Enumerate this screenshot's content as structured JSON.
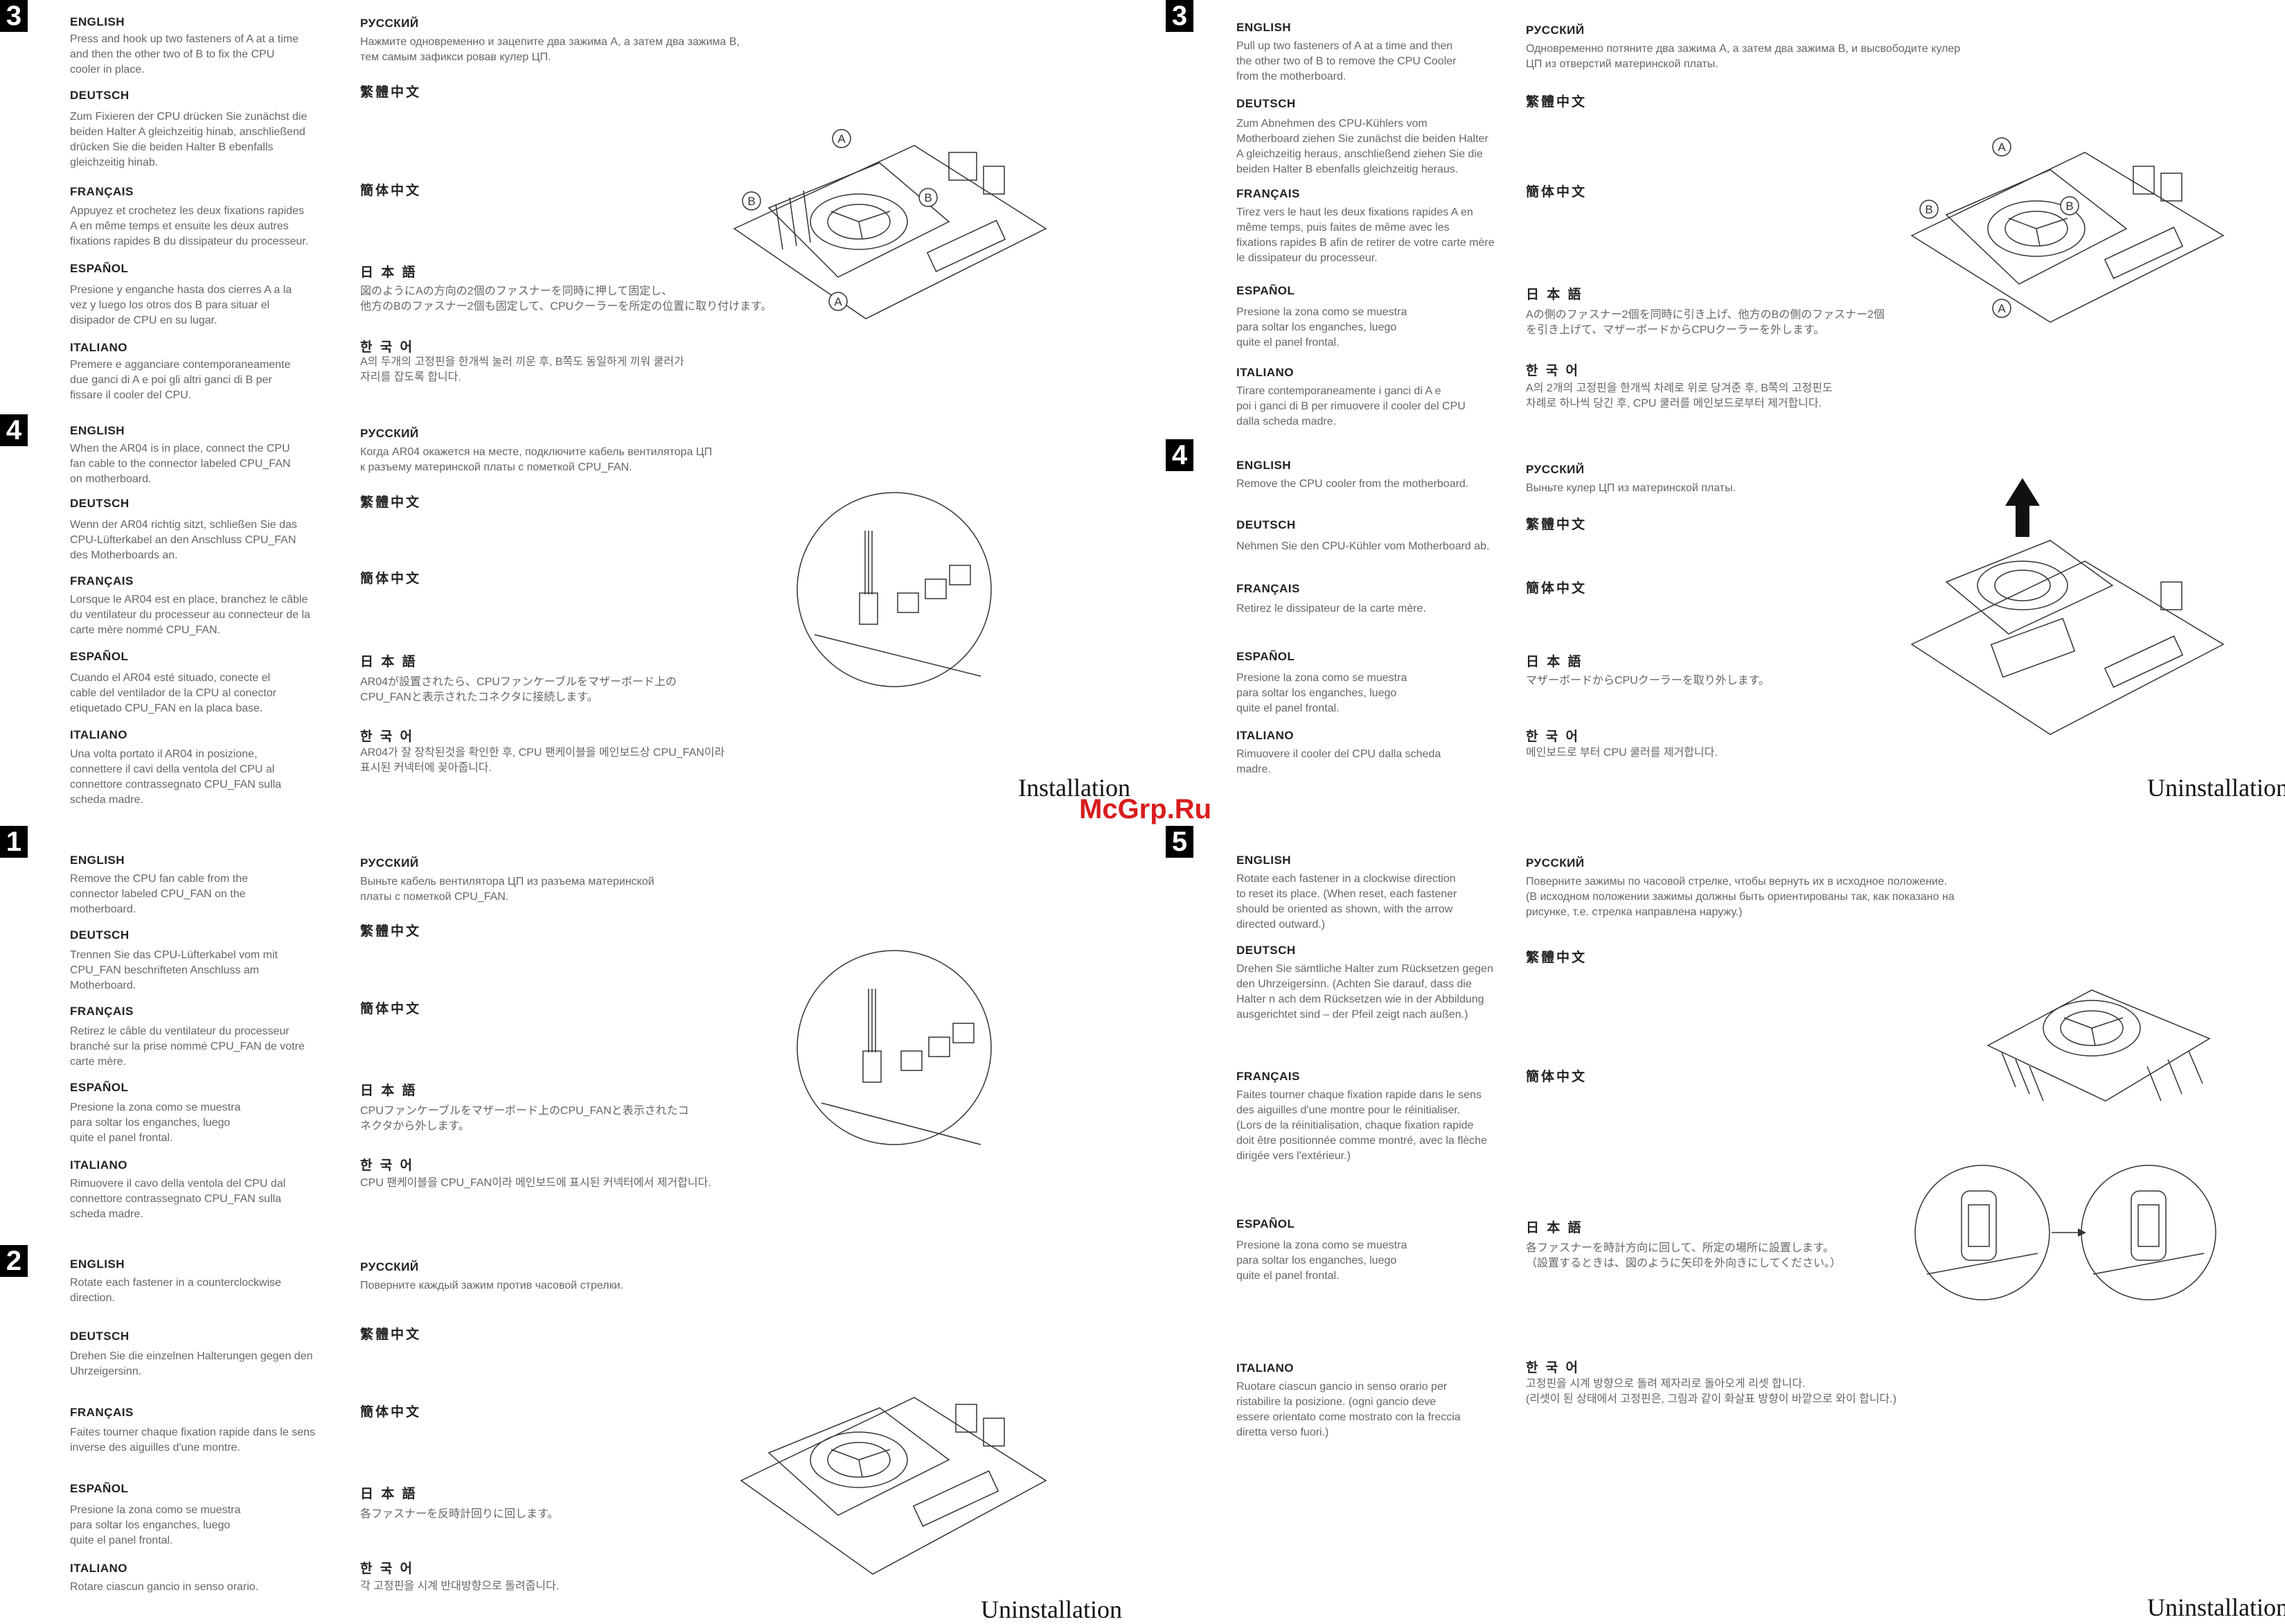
{
  "watermark": "McGrp.Ru",
  "tl": {
    "step_a": "3",
    "step_b": "4",
    "title": "Installation",
    "s3": {
      "en_h": "ENGLISH",
      "en": [
        "Press and hook up two fasteners of A at a time",
        "and then the other two of B to fix the CPU",
        "cooler in place."
      ],
      "de_h": "DEUTSCH",
      "de": [
        "Zum Fixieren der CPU drücken Sie zunächst die",
        "beiden Halter A gleichzeitig hinab, anschließend",
        "drücken Sie die beiden Halter B ebenfalls",
        "gleichzeitig hinab."
      ],
      "fr_h": "FRANÇAIS",
      "fr": [
        "Appuyez et crochetez les deux fixations rapides",
        "A en même temps et ensuite les deux autres",
        "fixations rapides B du dissipateur du processeur."
      ],
      "es_h": "ESPAÑOL",
      "es": [
        "Presione y enganche hasta dos cierres A a la",
        "vez y luego los otros dos B para situar el",
        "disipador de CPU en su lugar."
      ],
      "it_h": "ITALIANO",
      "it": [
        "Premere e agganciare contemporaneamente",
        "due ganci di A e poi gli altri ganci di B per",
        "fissare il cooler del CPU."
      ],
      "ru_h": "РУССКИЙ",
      "ru": [
        "Нажмите одновременно и зацепите два зажима A, а затем два зажима B,",
        "тем самым зафикси ровав кулер ЦП."
      ],
      "tw_h": "繁體中文",
      "cn_h": "簡体中文",
      "jp_h": "日 本 語",
      "jp": [
        "図のようにAの方向の2個のファスナーを同時に押して固定し、",
        "他方のBのファスナー2個も固定して、CPUクーラーを所定の位置に取り付けます。"
      ],
      "kr_h": "한 국 어",
      "kr": [
        "A의 두개의 고정핀을 한개씩 눌러 끼운 후, B쪽도 동일하게 끼워 쿨러가",
        "자리를 잡도록 합니다."
      ]
    },
    "s4": {
      "en_h": "ENGLISH",
      "en": [
        "When the AR04 is in place, connect the CPU",
        "fan cable to the connector labeled CPU_FAN",
        "on motherboard."
      ],
      "de_h": "DEUTSCH",
      "de": [
        "Wenn der AR04 richtig sitzt, schließen Sie das",
        "CPU-Lüfterkabel an den Anschluss CPU_FAN",
        "des Motherboards an."
      ],
      "fr_h": "FRANÇAIS",
      "fr": [
        "Lorsque le AR04 est en place, branchez le câble",
        "du ventilateur du processeur au connecteur de la",
        "carte mère nommé CPU_FAN."
      ],
      "es_h": "ESPAÑOL",
      "es": [
        "Cuando el AR04 esté situado, conecte el",
        "cable del ventilador de la CPU al conector",
        "etiquetado CPU_FAN en la placa base."
      ],
      "it_h": "ITALIANO",
      "it": [
        "Una volta portato il AR04 in posizione,",
        "connettere il cavi della ventola del CPU al",
        "connettore contrassegnato CPU_FAN sulla",
        "scheda madre."
      ],
      "ru_h": "РУССКИЙ",
      "ru": [
        "Когда AR04 окажется на месте, подключите кабель вентилятора ЦП",
        "к разъему материнской платы с пометкой CPU_FAN."
      ],
      "tw_h": "繁體中文",
      "cn_h": "簡体中文",
      "jp_h": "日 本 語",
      "jp": [
        "AR04が設置されたら、CPUファンケーブルをマザーボード上の",
        "CPU_FANと表示されたコネクタに接続します。"
      ],
      "kr_h": "한 국 어",
      "kr": [
        "AR04가 잘 장착된것을 확인한 후, CPU 팬케이블을 메인보드상 CPU_FAN이라",
        "표시된 커넥터에 꽂아줍니다."
      ]
    }
  },
  "tr": {
    "step_a": "3",
    "step_b": "4",
    "title": "Uninstallation",
    "s3": {
      "en_h": "ENGLISH",
      "en": [
        "Pull up two fasteners of A at a time and then",
        "the other two of B to remove the CPU Cooler",
        "from the motherboard."
      ],
      "de_h": "DEUTSCH",
      "de": [
        "Zum Abnehmen des CPU-Kühlers vom",
        "Motherboard ziehen Sie zunächst die beiden Halter",
        "A gleichzeitig heraus, anschließend ziehen Sie die",
        "beiden Halter B ebenfalls gleichzeitig heraus."
      ],
      "fr_h": "FRANÇAIS",
      "fr": [
        "Tirez vers le haut les deux fixations rapides A en",
        "même temps, puis faites de même avec les",
        "fixations rapides B afin de retirer de votre carte mère",
        "le dissipateur du processeur."
      ],
      "es_h": "ESPAÑOL",
      "es": [
        "Presione la zona como se muestra",
        "para soltar los enganches, luego",
        "quite el panel frontal."
      ],
      "it_h": "ITALIANO",
      "it": [
        "Tirare contemporaneamente i ganci di A e",
        "poi i ganci di B per rimuovere il cooler del CPU",
        "dalla scheda madre."
      ],
      "ru_h": "РУССКИЙ",
      "ru": [
        "Одновременно потяните два зажима A, а затем два зажима B, и высвободите кулер",
        "ЦП из отверстий материнской платы."
      ],
      "tw_h": "繁體中文",
      "cn_h": "簡体中文",
      "jp_h": "日 本 語",
      "jp": [
        "Aの側のファスナー2個を同時に引き上げ、他方のBの側のファスナー2個",
        "を引き上げて、マザーボードからCPUクーラーを外します。"
      ],
      "kr_h": "한 국 어",
      "kr": [
        "A의 2개의 고정핀을 한개씩 차례로 위로 당겨준 후, B쪽의 고정핀도",
        "차례로 하나씩 당긴 후, CPU 쿨러를 메인보드로부터 제거합니다."
      ]
    },
    "s4": {
      "en_h": "ENGLISH",
      "en": [
        "Remove the CPU cooler from the motherboard."
      ],
      "de_h": "DEUTSCH",
      "de": [
        "Nehmen Sie den CPU-Kühler vom Motherboard ab."
      ],
      "fr_h": "FRANÇAIS",
      "fr": [
        "Retirez le dissipateur de la carte mère."
      ],
      "es_h": "ESPAÑOL",
      "es": [
        "Presione la zona como se muestra",
        "para soltar los enganches, luego",
        "quite el panel frontal."
      ],
      "it_h": "ITALIANO",
      "it": [
        "Rimuovere il cooler del CPU dalla scheda",
        "madre."
      ],
      "ru_h": "РУССКИЙ",
      "ru": [
        "Выньте кулер ЦП из материнской платы."
      ],
      "tw_h": "繁體中文",
      "cn_h": "簡体中文",
      "jp_h": "日 本 語",
      "jp": [
        "マザーボードからCPUクーラーを取り外します。"
      ],
      "kr_h": "한 국 어",
      "kr": [
        "메인보드로 부터 CPU 쿨러를 제거합니다."
      ]
    }
  },
  "bl": {
    "step_a": "1",
    "step_b": "2",
    "title": "Uninstallation",
    "s1": {
      "en_h": "ENGLISH",
      "en": [
        "Remove the CPU fan cable from the",
        "connector labeled CPU_FAN on the",
        "motherboard."
      ],
      "de_h": "DEUTSCH",
      "de": [
        "Trennen Sie das CPU-Lüfterkabel vom mit",
        "CPU_FAN beschrifteten Anschluss am",
        "Motherboard."
      ],
      "fr_h": "FRANÇAIS",
      "fr": [
        "Retirez le câble du ventilateur du processeur",
        "branché sur la prise nommé CPU_FAN de votre",
        "carte mère."
      ],
      "es_h": "ESPAÑOL",
      "es": [
        "Presione la zona como se muestra",
        "para soltar los enganches, luego",
        "quite el panel frontal."
      ],
      "it_h": "ITALIANO",
      "it": [
        "Rimuovere il cavo della ventola del CPU dal",
        "connettore contrassegnato CPU_FAN sulla",
        "scheda madre."
      ],
      "ru_h": "РУССКИЙ",
      "ru": [
        "Выньте кабель вентилятора ЦП из разъема материнской",
        "платы с пометкой CPU_FAN."
      ],
      "tw_h": "繁體中文",
      "cn_h": "簡体中文",
      "jp_h": "日 本 語",
      "jp": [
        "CPUファンケーブルをマザーボード上のCPU_FANと表示されたコ",
        "ネクタから外します。"
      ],
      "kr_h": "한 국 어",
      "kr": [
        "CPU 팬케이블을 CPU_FAN이라 메인보드에 표시된 커넥터에서 제거합니다."
      ]
    },
    "s2": {
      "en_h": "ENGLISH",
      "en": [
        "Rotate each fastener in a counterclockwise",
        "direction."
      ],
      "de_h": "DEUTSCH",
      "de": [
        "Drehen Sie die einzelnen Halterungen gegen den",
        "Uhrzeigersinn."
      ],
      "fr_h": "FRANÇAIS",
      "fr": [
        "Faites tourner chaque fixation rapide dans le sens",
        "inverse des aiguilles d'une montre."
      ],
      "es_h": "ESPAÑOL",
      "es": [
        "Presione la zona como se muestra",
        "para soltar los enganches, luego",
        "quite el panel frontal."
      ],
      "it_h": "ITALIANO",
      "it": [
        "Rotare ciascun gancio in senso orario."
      ],
      "ru_h": "РУССКИЙ",
      "ru": [
        "Поверните каждый зажим против часовой стрелки."
      ],
      "tw_h": "繁體中文",
      "cn_h": "簡体中文",
      "jp_h": "日 本 語",
      "jp": [
        "各ファスナーを反時計回りに回します。"
      ],
      "kr_h": "한 국 어",
      "kr": [
        "각 고정핀을 시계 반대방향으로 돌려줍니다."
      ]
    }
  },
  "br": {
    "step_a": "5",
    "title": "Uninstallation",
    "s5": {
      "en_h": "ENGLISH",
      "en": [
        "Rotate each fastener in a clockwise direction",
        "to reset its place. (When reset, each fastener",
        "should be oriented as shown, with the arrow",
        "directed outward.)"
      ],
      "de_h": "DEUTSCH",
      "de": [
        "Drehen Sie sämtliche Halter zum Rücksetzen gegen",
        "den Uhrzeigersinn. (Achten Sie darauf, dass die",
        "Halter n ach dem Rücksetzen wie in der Abbildung",
        "ausgerichtet sind – der Pfeil zeigt nach außen.)"
      ],
      "fr_h": "FRANÇAIS",
      "fr": [
        "Faites tourner chaque fixation rapide dans le sens",
        "des aiguilles d'une montre pour le réinitialiser.",
        "(Lors de la réinitialisation, chaque fixation rapide",
        "doit être positionnée comme montré, avec la flèche",
        "dirigée vers l'extérieur.)"
      ],
      "es_h": "ESPAÑOL",
      "es": [
        "Presione la zona como se muestra",
        "para soltar los enganches, luego",
        "quite el panel frontal."
      ],
      "it_h": "ITALIANO",
      "it": [
        "Ruotare ciascun gancio in senso orario per",
        "ristabilire la posizione. (ogni gancio deve",
        "essere orientato come mostrato con la freccia",
        "diretta verso fuori.)"
      ],
      "ru_h": "РУССКИЙ",
      "ru": [
        "Поверните зажимы по часовой стрелке, чтобы вернуть их в исходное положение.",
        "(В исходном положении зажимы должны быть ориентированы так, как показано на",
        "рисунке, т.е. стрелка направлена наружу.)"
      ],
      "tw_h": "繁體中文",
      "cn_h": "簡体中文",
      "jp_h": "日 本 語",
      "jp": [
        "各ファスナーを時計方向に回して、所定の場所に設置します。",
        "（設置するときは、図のように矢印を外向きにしてください。）"
      ],
      "kr_h": "한 국 어",
      "kr": [
        "고정핀을 시계 방향으로 돌려 제자리로 돌아오게 리셋 합니다.",
        "(리셋이 된 상태에서 고정핀은, 그림과 같이 화살표 방향이 바깥으로 와이 합니다.)"
      ]
    }
  }
}
